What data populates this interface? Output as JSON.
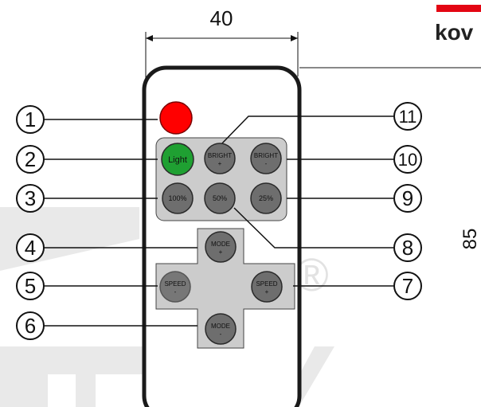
{
  "dimension_width": "40",
  "dimension_height": "85",
  "brand": "kov",
  "watermark": "®",
  "colors": {
    "brand_red": "#e30613",
    "power_red": "#ff0000",
    "light_green": "#1fa032",
    "button_gray": "#6e6e6e",
    "panel_gray": "#cccccc"
  },
  "callouts": [
    "1",
    "2",
    "3",
    "4",
    "5",
    "6",
    "7",
    "8",
    "9",
    "10",
    "11"
  ],
  "buttons": {
    "light": "Light",
    "bright_up_1": "BRIGHT",
    "bright_up_2": "+",
    "bright_down_1": "BRIGHT",
    "bright_down_2": "-",
    "p100": "100%",
    "p50": "50%",
    "p25": "25%",
    "mode_up_1": "MODE",
    "mode_up_2": "+",
    "mode_down_1": "MODE",
    "mode_down_2": "-",
    "speed_down_1": "SPEED",
    "speed_down_2": "-",
    "speed_up_1": "SPEED",
    "speed_up_2": "+"
  }
}
